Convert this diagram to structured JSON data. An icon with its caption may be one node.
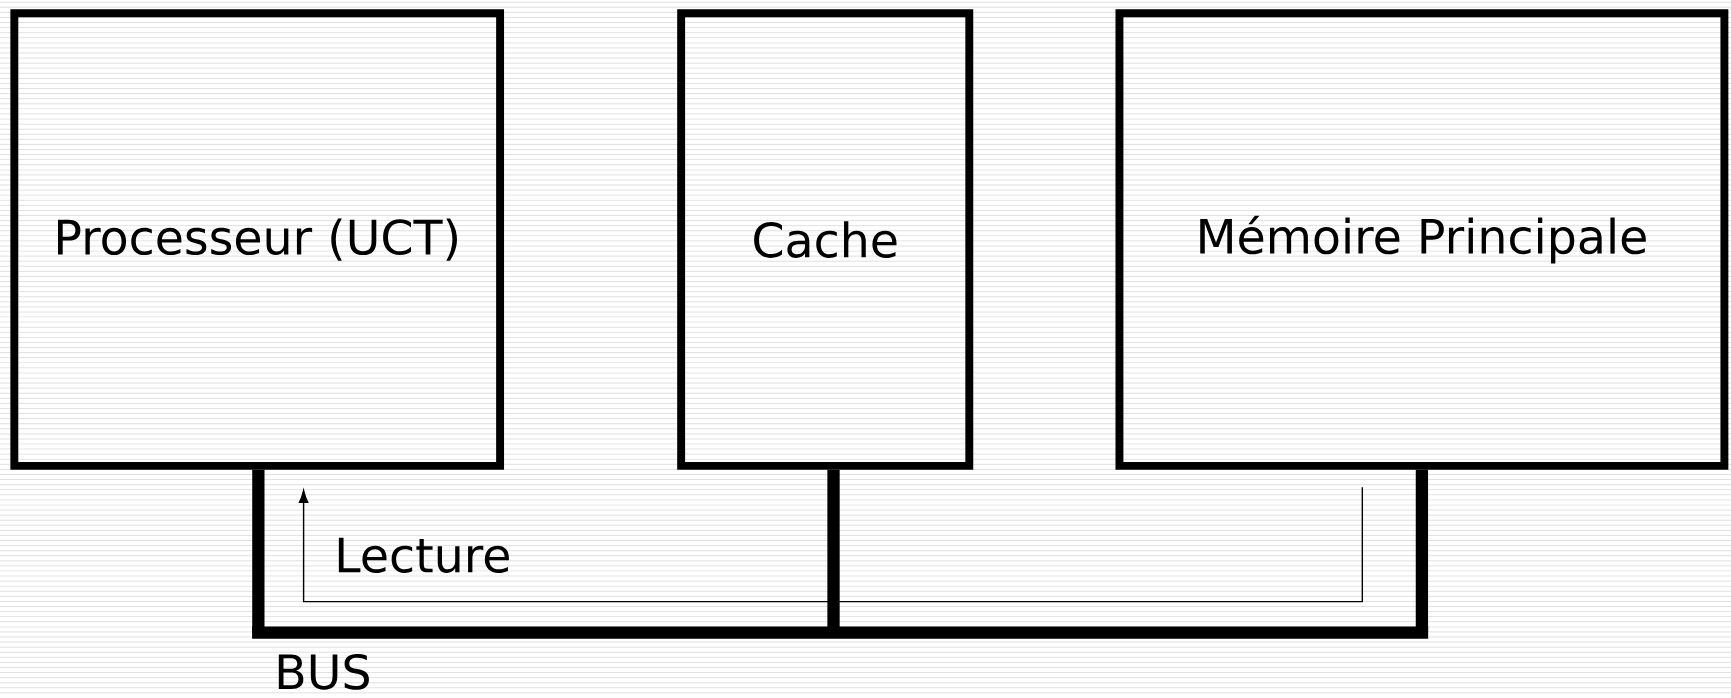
{
  "diagram": {
    "nodes": [
      {
        "text": [
          "Processeur (UCT)"
        ]
      },
      {
        "text": [
          "Cache"
        ]
      },
      {
        "text": [
          "Mémoire Principale"
        ]
      },
      {
        "text": [],
        "shape": "bar",
        "beside": [
          "BUS"
        ]
      }
    ],
    "edges": [
      {
        "from": 0,
        "to": 3,
        "arrow": "none"
      },
      {
        "from": 1,
        "to": 3,
        "arrow": "none"
      },
      {
        "from": 2,
        "to": 3,
        "arrow": "none"
      },
      {
        "from": 2,
        "to": 0,
        "arrow": "to",
        "label": "Lecture"
      }
    ]
  }
}
